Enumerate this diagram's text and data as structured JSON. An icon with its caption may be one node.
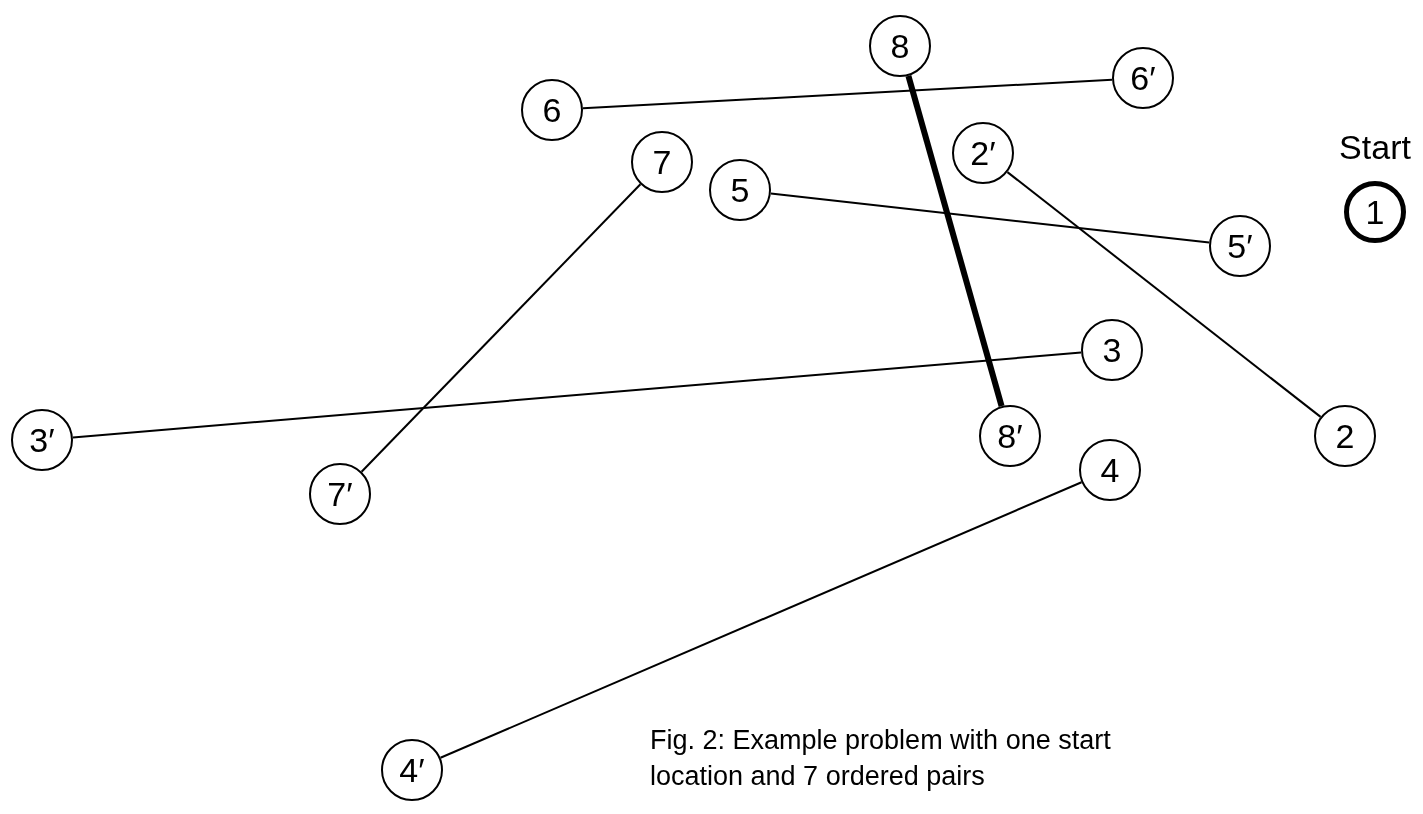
{
  "diagram": {
    "caption": "Fig. 2: Example problem with one start location and 7 ordered pairs",
    "nodes": [
      {
        "text": [
          "8"
        ]
      },
      {
        "text": [
          "6"
        ]
      },
      {
        "text": [
          "6′"
        ]
      },
      {
        "text": [
          "2′"
        ]
      },
      {
        "text": [
          "1"
        ],
        "beside": [
          "Start"
        ]
      },
      {
        "text": [
          "7"
        ]
      },
      {
        "text": [
          "5"
        ]
      },
      {
        "text": [
          "5′"
        ]
      },
      {
        "text": [
          "3"
        ]
      },
      {
        "text": [
          "3′"
        ]
      },
      {
        "text": [
          "8′"
        ]
      },
      {
        "text": [
          "2"
        ]
      },
      {
        "text": [
          "7′"
        ]
      },
      {
        "text": [
          "4"
        ]
      },
      {
        "text": [
          "4′"
        ]
      }
    ],
    "edges": [
      {
        "from": 1,
        "to": 2,
        "arrow": "none"
      },
      {
        "from": 0,
        "to": 10,
        "arrow": "none",
        "style": "thick"
      },
      {
        "from": 3,
        "to": 11,
        "arrow": "none"
      },
      {
        "from": 6,
        "to": 7,
        "arrow": "none"
      },
      {
        "from": 5,
        "to": 12,
        "arrow": "none"
      },
      {
        "from": 8,
        "to": 9,
        "arrow": "none"
      },
      {
        "from": 13,
        "to": 14,
        "arrow": "none"
      }
    ]
  }
}
